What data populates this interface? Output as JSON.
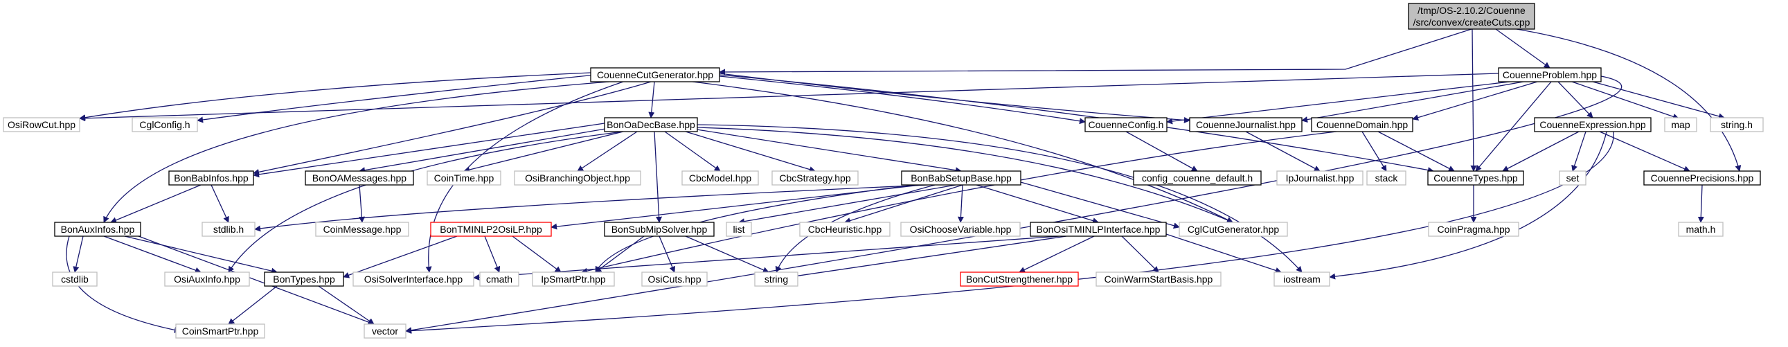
{
  "colors": {
    "edge": "#191970",
    "box_black": "#000000",
    "box_gray": "#bfbfbf",
    "box_red": "#ff0000",
    "root_fill": "#bfbfbf",
    "text": "#000000"
  },
  "graph": {
    "root": {
      "line1": "/tmp/OS-2.10.2/Couenne",
      "line2": "/src/convex/createCuts.cpp"
    },
    "nodes": {
      "CouenneCutGenerator": "CouenneCutGenerator.hpp",
      "CouenneProblem": "CouenneProblem.hpp",
      "OsiRowCut": "OsiRowCut.hpp",
      "CglConfig": "CglConfig.h",
      "BonOaDecBase": "BonOaDecBase.hpp",
      "CouenneConfig": "CouenneConfig.h",
      "CouenneJournalist": "CouenneJournalist.hpp",
      "CouenneDomain": "CouenneDomain.hpp",
      "CouenneExpression": "CouenneExpression.hpp",
      "map": "map",
      "string_h": "string.h",
      "BonBabInfos": "BonBabInfos.hpp",
      "BonOAMessages": "BonOAMessages.hpp",
      "CoinTime": "CoinTime.hpp",
      "OsiBranchingObject": "OsiBranchingObject.hpp",
      "CbcModel": "CbcModel.hpp",
      "CbcStrategy": "CbcStrategy.hpp",
      "BonBabSetupBase": "BonBabSetupBase.hpp",
      "config_couenne_default": "config_couenne_default.h",
      "IpJournalist": "IpJournalist.hpp",
      "stack": "stack",
      "CouenneTypes": "CouenneTypes.hpp",
      "set": "set",
      "CouennePrecisions": "CouennePrecisions.hpp",
      "BonAuxInfos": "BonAuxInfos.hpp",
      "stdlib_h": "stdlib.h",
      "CoinMessage": "CoinMessage.hpp",
      "BonTMINLP2OsiLP": "BonTMINLP2OsiLP.hpp",
      "BonSubMipSolver": "BonSubMipSolver.hpp",
      "list": "list",
      "CbcHeuristic": "CbcHeuristic.hpp",
      "OsiChooseVariable": "OsiChooseVariable.hpp",
      "BonOsiTMINLPInterface": "BonOsiTMINLPInterface.hpp",
      "CglCutGenerator": "CglCutGenerator.hpp",
      "CoinPragma": "CoinPragma.hpp",
      "math_h": "math.h",
      "cstdlib": "cstdlib",
      "OsiAuxInfo": "OsiAuxInfo.hpp",
      "BonTypes": "BonTypes.hpp",
      "OsiSolverInterface": "OsiSolverInterface.hpp",
      "cmath": "cmath",
      "IpSmartPtr": "IpSmartPtr.hpp",
      "OsiCuts": "OsiCuts.hpp",
      "string": "string",
      "BonCutStrengthener": "BonCutStrengthener.hpp",
      "CoinWarmStartBasis": "CoinWarmStartBasis.hpp",
      "iostream": "iostream",
      "CoinSmartPtr": "CoinSmartPtr.hpp",
      "vector": "vector"
    }
  }
}
